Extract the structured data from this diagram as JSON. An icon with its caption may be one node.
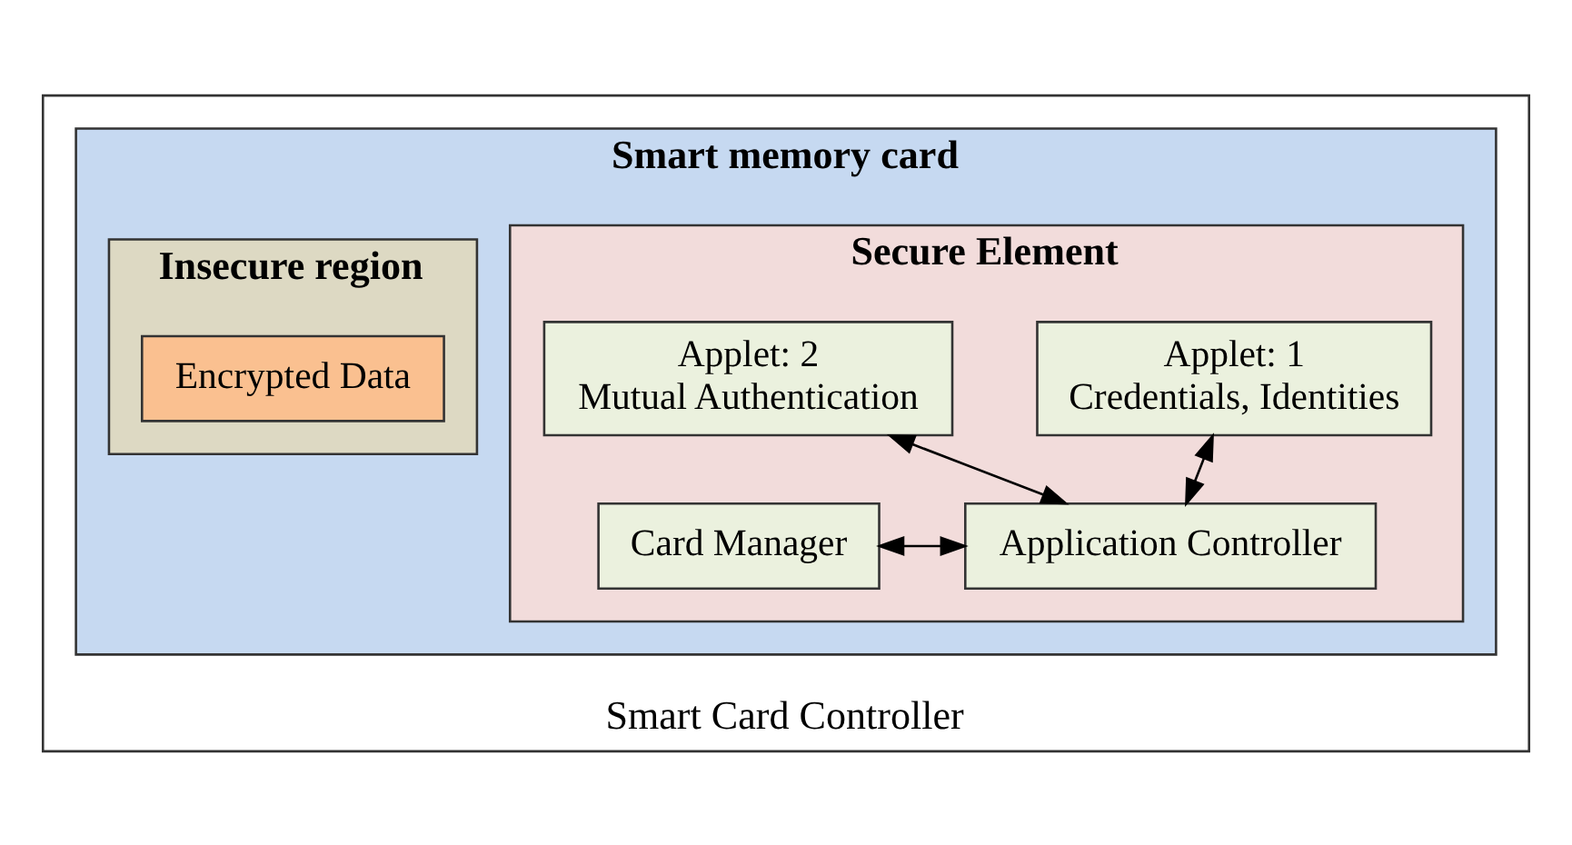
{
  "diagram": {
    "nodes": [
      {
        "text": [
          "Smart Card Controller"
        ]
      },
      {
        "text": [
          "Smart memory card"
        ],
        "in": 0
      },
      {
        "text": [
          "Secure Element"
        ],
        "in": 1
      },
      {
        "text": [
          "Applet: 1",
          "Credentials, Identities"
        ],
        "in": 2
      },
      {
        "text": [
          "Applet: 2",
          "Mutual Authentication"
        ],
        "in": 2
      },
      {
        "text": [
          "Card Manager"
        ],
        "in": 2
      },
      {
        "text": [
          "Application Controller"
        ],
        "in": 2
      },
      {
        "text": [
          "Insecure region"
        ],
        "in": 1
      },
      {
        "text": [
          "Encrypted Data"
        ],
        "in": 7
      }
    ],
    "edges": [
      {
        "from": 3,
        "to": 6,
        "arrow": "both"
      },
      {
        "from": 4,
        "to": 6,
        "arrow": "both"
      },
      {
        "from": 5,
        "to": 6,
        "arrow": "both"
      }
    ]
  }
}
